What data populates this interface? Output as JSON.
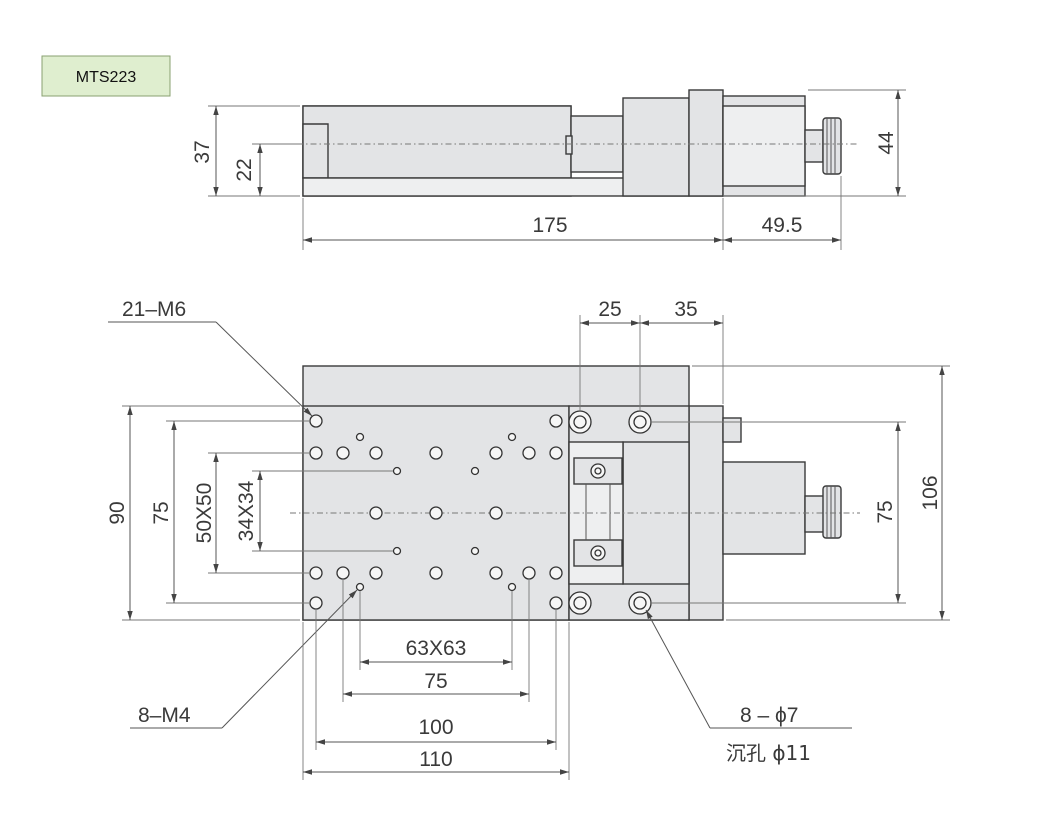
{
  "model_label": "MTS223",
  "side_view": {
    "height_total": "37",
    "height_center": "22",
    "height_knob": "44",
    "length_body": "175",
    "length_micrometer": "49.5"
  },
  "top_view": {
    "tapped_holes": "21–M6",
    "small_holes": "8–M4",
    "dim_25": "25",
    "dim_35": "35",
    "width_90": "90",
    "width_75_left": "75",
    "pattern_50": "50X50",
    "pattern_34": "34X34",
    "width_75_right": "75",
    "width_106": "106",
    "pattern_63": "63X63",
    "dim_75_bottom": "75",
    "dim_100": "100",
    "dim_110": "110",
    "counterbore_count": "8 – ϕ7",
    "counterbore_spec": "沉孔 ϕ11"
  },
  "colors": {
    "part_fill": "#e3e4e6",
    "outline": "#3a3a3a",
    "badge_fill": "#dfeecf"
  }
}
